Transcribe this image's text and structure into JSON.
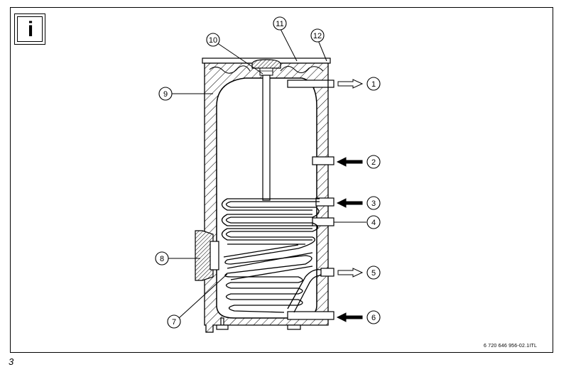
{
  "info_icon": {
    "letter": "i",
    "icon": "info-icon"
  },
  "callouts": [
    "1",
    "2",
    "3",
    "4",
    "5",
    "6",
    "7",
    "8",
    "9",
    "10",
    "11",
    "12"
  ],
  "drawing_code": "6 720 646 956-02.1ITL",
  "figure_number": "3"
}
